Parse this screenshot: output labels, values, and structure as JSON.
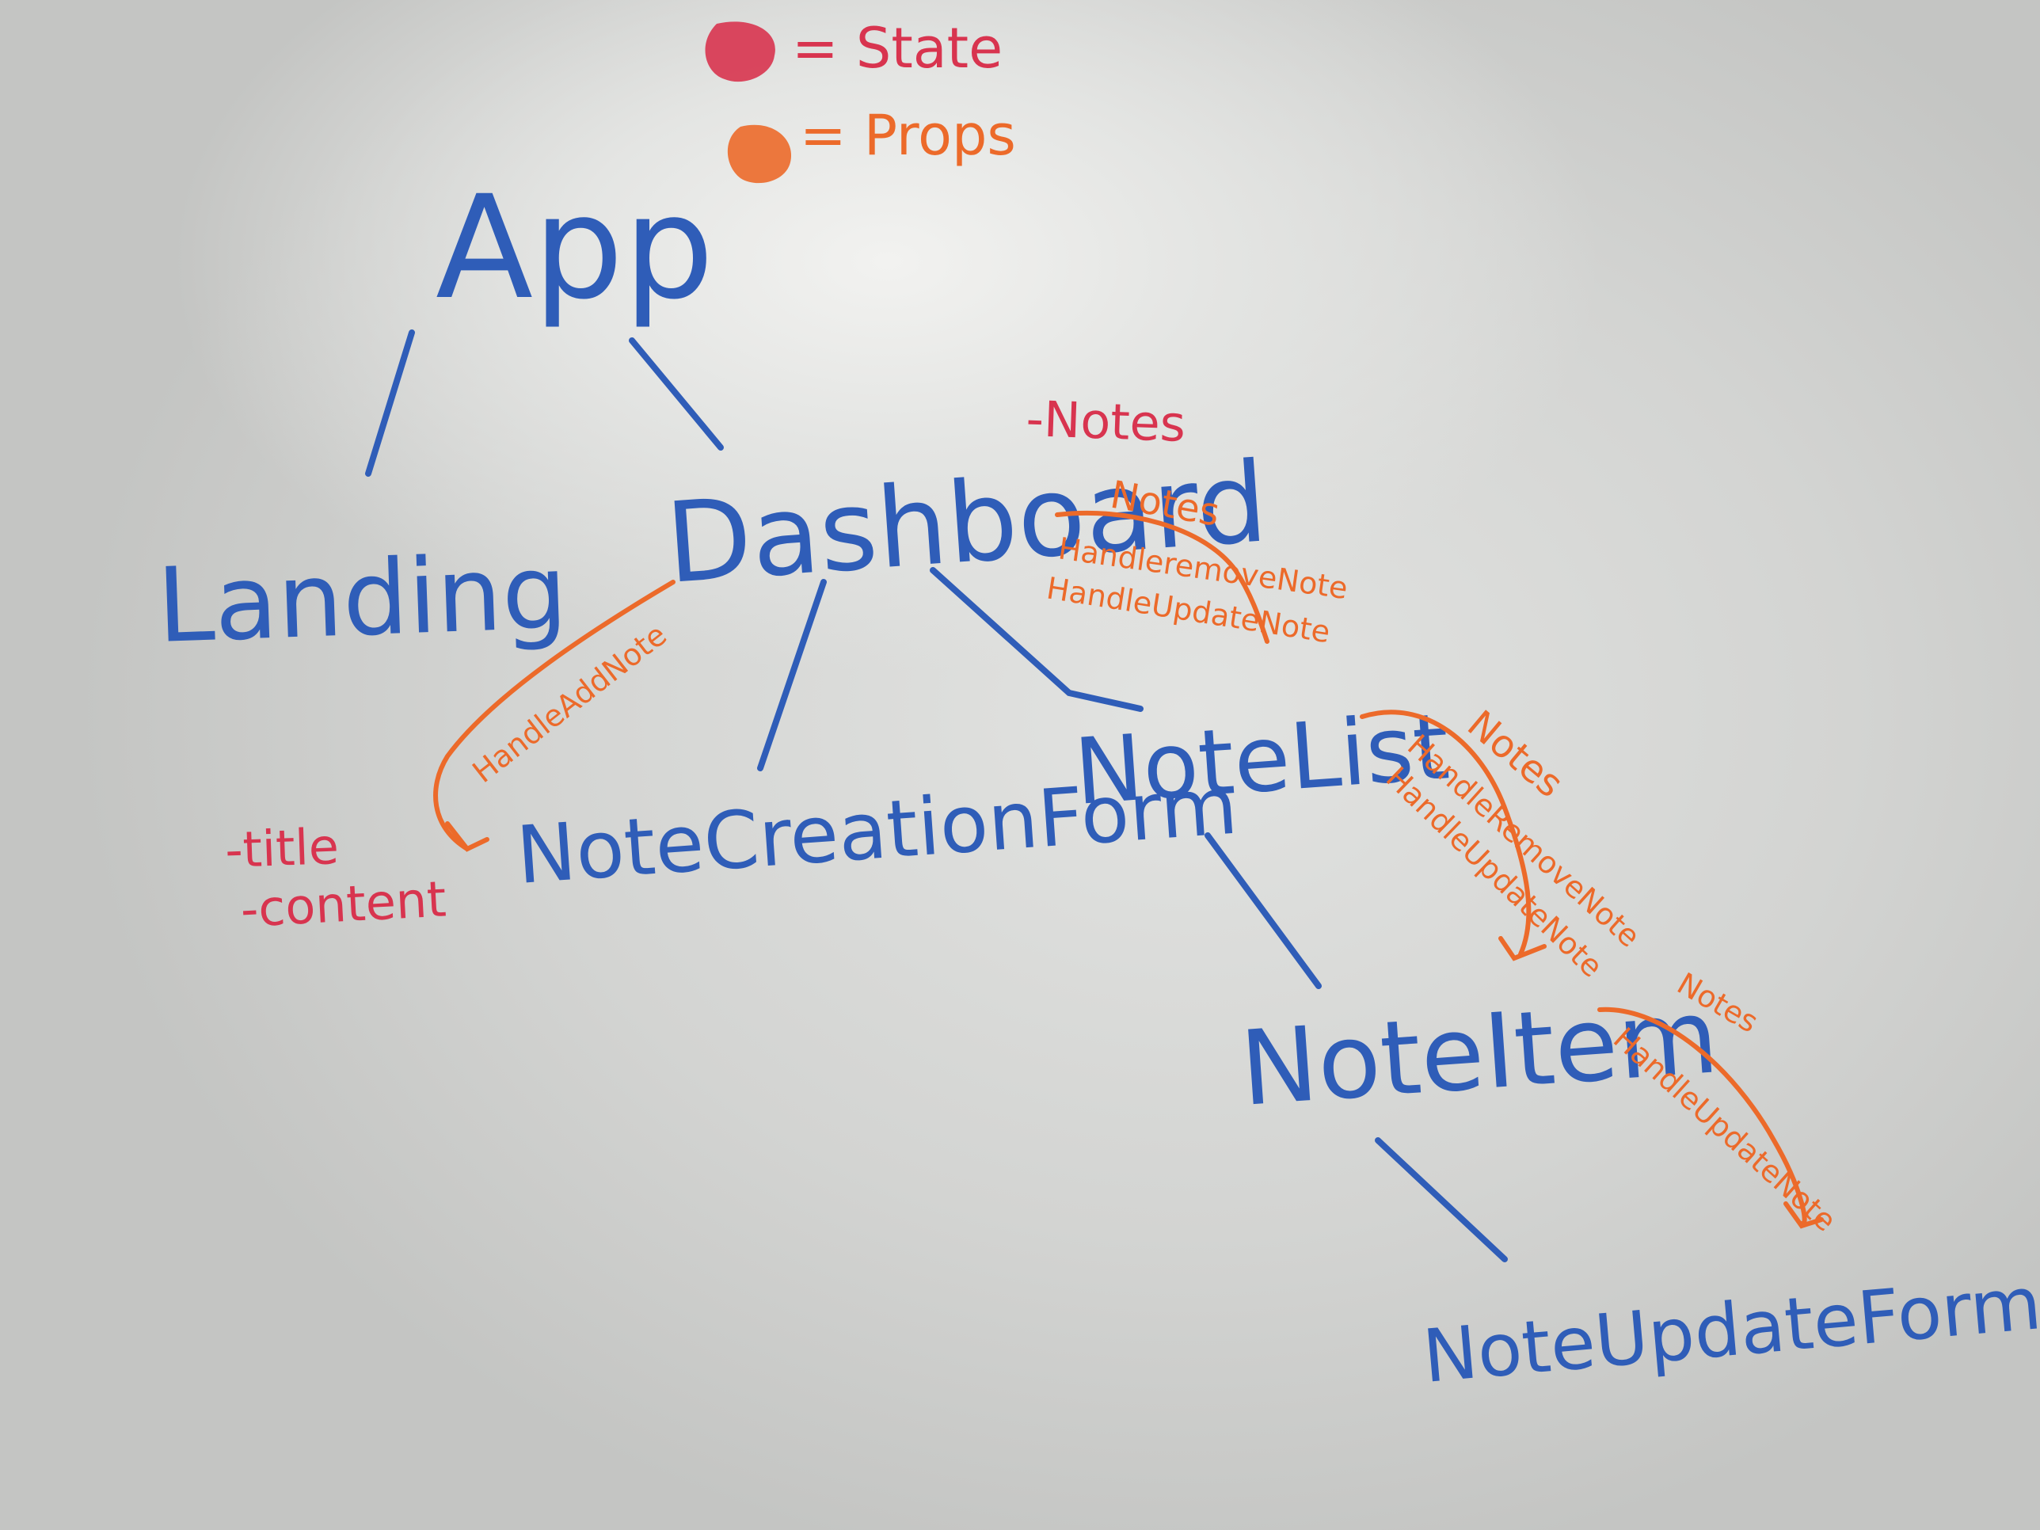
{
  "legend": {
    "state_label": "= State",
    "props_label": "= Props",
    "state_color": "#d8344f",
    "props_color": "#ec6a2a"
  },
  "nodes": {
    "app": "App",
    "landing": "Landing",
    "dashboard": "Dashboard",
    "note_creation_form": "NoteCreationForm",
    "note_list": "NoteList",
    "note_item": "NoteItem",
    "note_update_form": "NoteUpdateForm"
  },
  "state": {
    "dashboard": "-Notes",
    "note_creation_form_title": "-title",
    "note_creation_form_content": "-content"
  },
  "props": {
    "dashboard_to_notelist": {
      "notes": "Notes",
      "remove": "HandleremoveNote",
      "update": "HandleUpdateNote"
    },
    "dashboard_to_creation_form": {
      "add": "HandleAddNote"
    },
    "notelist_to_noteitem": {
      "notes": "Notes",
      "remove": "HandleRemoveNote",
      "update": "HandleUpdateNote"
    },
    "noteitem_to_updateform": {
      "notes": "Notes",
      "update": "HandleUpdateNote"
    }
  },
  "colors": {
    "component": "#2f5db8",
    "state": "#d8344f",
    "props": "#ec6a2a",
    "board": "#dcdddb"
  }
}
